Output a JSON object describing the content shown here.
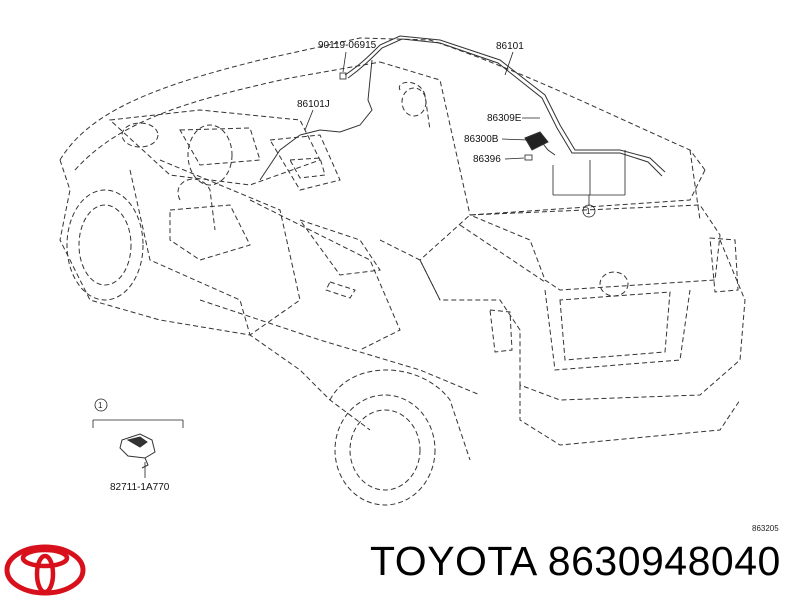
{
  "part_labels": [
    "90119-06915",
    "86101",
    "86101J",
    "86309E",
    "86300B",
    "86396"
  ],
  "callout_number": "1",
  "detail": {
    "callout_number": "1",
    "part_number": "82711-1A770"
  },
  "diagram_code": "863205",
  "brand": {
    "name": "TOYOTA",
    "part_number": "8630948040",
    "logo_color": "#d8101c"
  }
}
